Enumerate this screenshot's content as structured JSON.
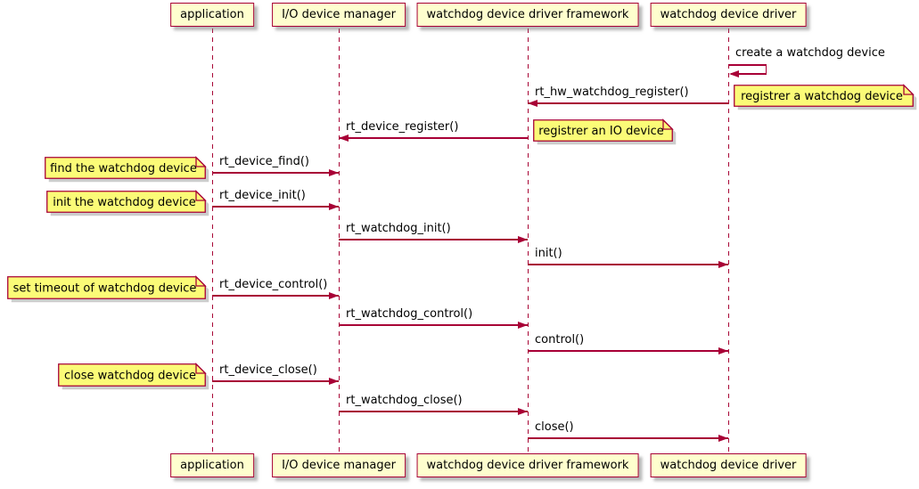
{
  "diagram": {
    "type": "uml-sequence",
    "participants": [
      {
        "name": "application"
      },
      {
        "name": "I/O device manager"
      },
      {
        "name": "watchdog device driver framework"
      },
      {
        "name": "watchdog device driver"
      }
    ],
    "messages": [
      {
        "label": "create a watchdog device",
        "from": 3,
        "to": 3,
        "kind": "self"
      },
      {
        "label": "rt_hw_watchdog_register()",
        "from": 3,
        "to": 2,
        "kind": "arrow"
      },
      {
        "label": "rt_device_register()",
        "from": 2,
        "to": 1,
        "kind": "arrow"
      },
      {
        "label": "rt_device_find()",
        "from": 0,
        "to": 1,
        "kind": "arrow"
      },
      {
        "label": "rt_device_init()",
        "from": 0,
        "to": 1,
        "kind": "arrow"
      },
      {
        "label": "rt_watchdog_init()",
        "from": 1,
        "to": 2,
        "kind": "arrow"
      },
      {
        "label": "init()",
        "from": 2,
        "to": 3,
        "kind": "arrow"
      },
      {
        "label": "rt_device_control()",
        "from": 0,
        "to": 1,
        "kind": "arrow"
      },
      {
        "label": "rt_watchdog_control()",
        "from": 1,
        "to": 2,
        "kind": "arrow"
      },
      {
        "label": "control()",
        "from": 2,
        "to": 3,
        "kind": "arrow"
      },
      {
        "label": "rt_device_close()",
        "from": 0,
        "to": 1,
        "kind": "arrow"
      },
      {
        "label": "rt_watchdog_close()",
        "from": 1,
        "to": 2,
        "kind": "arrow"
      },
      {
        "label": "close()",
        "from": 2,
        "to": 3,
        "kind": "arrow"
      }
    ],
    "notes": [
      {
        "text": "registrer a watchdog device",
        "attached_message": "rt_hw_watchdog_register()",
        "side": "right"
      },
      {
        "text": "registrer an IO device",
        "attached_message": "rt_device_register()",
        "side": "right"
      },
      {
        "text": "find the watchdog device",
        "attached_message": "rt_device_find()",
        "side": "left"
      },
      {
        "text": "init the watchdog device",
        "attached_message": "rt_device_init()",
        "side": "left"
      },
      {
        "text": "set timeout of watchdog device",
        "attached_message": "rt_device_control()",
        "side": "left"
      },
      {
        "text": "close watchdog device",
        "attached_message": "rt_device_close()",
        "side": "left"
      }
    ],
    "colors": {
      "participant_fill": "#FEFECE",
      "note_fill": "#FBFB77",
      "line": "#A80036",
      "text": "#000000"
    }
  }
}
